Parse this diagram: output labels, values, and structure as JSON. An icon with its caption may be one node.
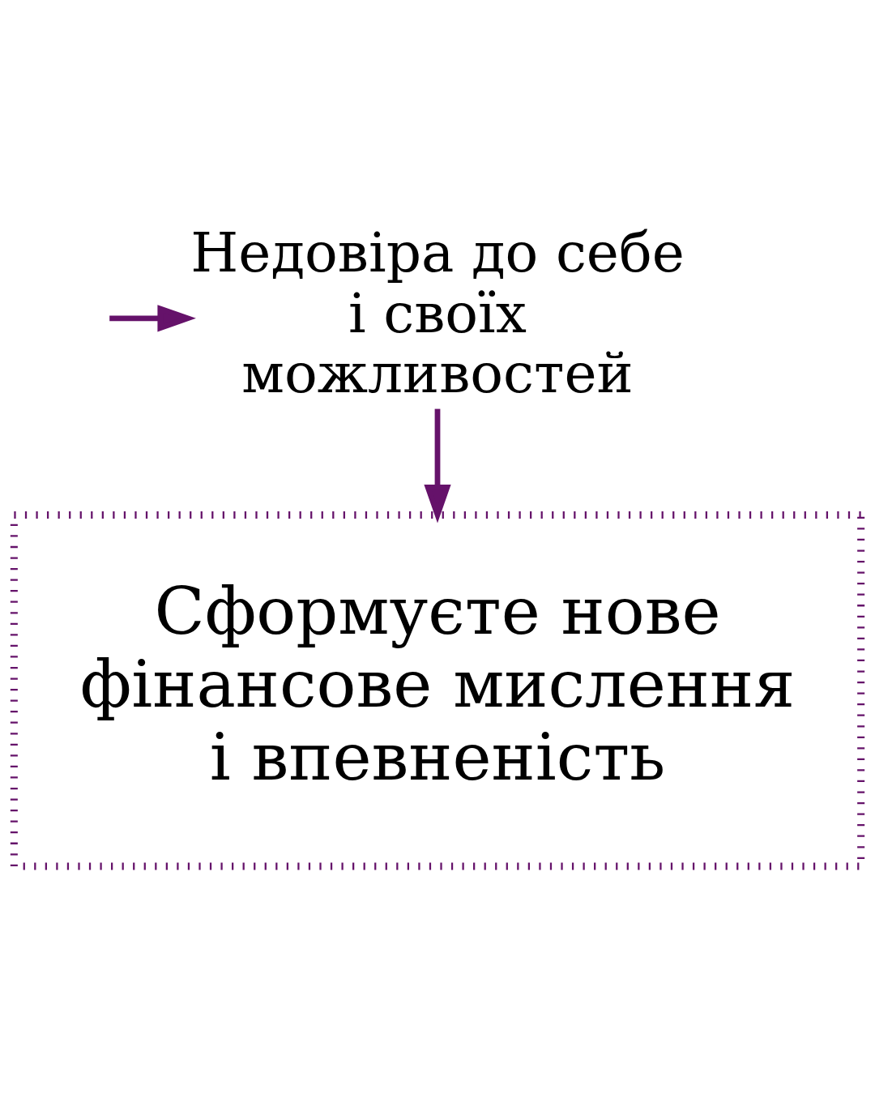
{
  "diagram": {
    "nodes": [
      {
        "text": [
          "Недовіра до себе і своїх можливостей"
        ]
      },
      {
        "text": [
          "Сформуєте нове фінансове мислення і впевненість"
        ]
      }
    ],
    "edges": [
      {
        "from": null,
        "to": 0,
        "arrow": "to"
      },
      {
        "from": 0,
        "to": 1,
        "arrow": "to"
      }
    ]
  }
}
